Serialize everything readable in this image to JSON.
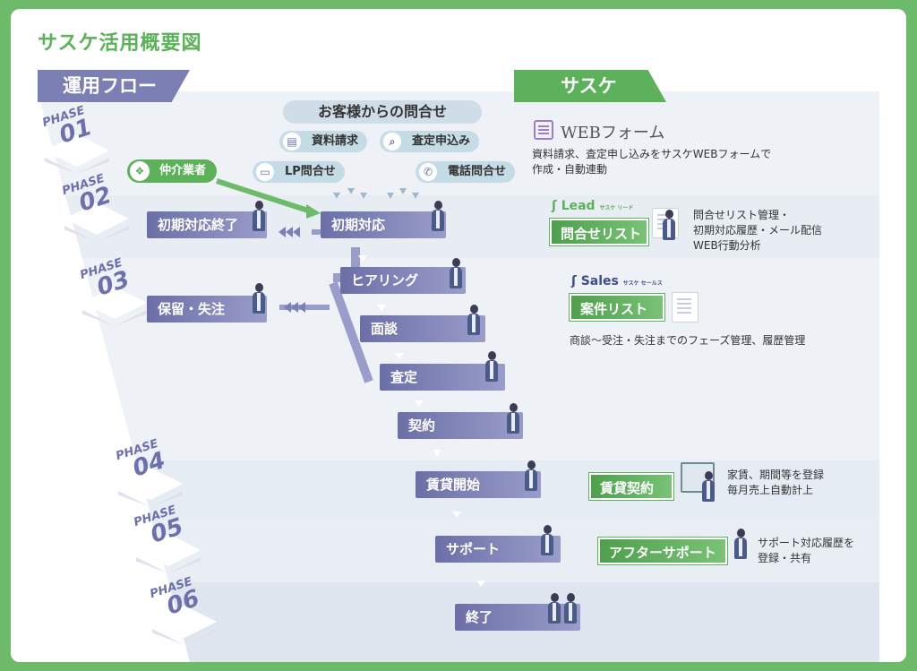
{
  "title": "サスケ活用概要図",
  "headers": {
    "left": "運用フロー",
    "right": "サスケ"
  },
  "phases": [
    {
      "label": "PHASE",
      "num": "01"
    },
    {
      "label": "PHASE",
      "num": "02"
    },
    {
      "label": "PHASE",
      "num": "03"
    },
    {
      "label": "PHASE",
      "num": "04"
    },
    {
      "label": "PHASE",
      "num": "05"
    },
    {
      "label": "PHASE",
      "num": "06"
    }
  ],
  "inquiry": {
    "header": "お客様からの問合せ",
    "sources": [
      "資料請求",
      "査定申込み",
      "LP問合せ",
      "電話問合せ"
    ],
    "broker": "仲介業者"
  },
  "flow": {
    "initial": "初期対応",
    "initial_end": "初期対応終了",
    "hearing": "ヒアリング",
    "hold": "保留・失注",
    "interview": "面談",
    "assessment": "査定",
    "contract": "契約",
    "lease_start": "賃貸開始",
    "support": "サポート",
    "end": "終了"
  },
  "sasuke": {
    "webform": {
      "title": "WEBフォーム",
      "desc": [
        "資料請求、査定申し込みをサスケWEBフォームで",
        "作成・自動連動"
      ]
    },
    "lead": {
      "logo": "Lead",
      "logo_sub": "サスケ リード",
      "box": "問合せリスト",
      "desc": [
        "問合せリスト管理・",
        "初期対応履歴・メール配信",
        "WEB行動分析"
      ]
    },
    "sales": {
      "logo": "Sales",
      "logo_sub": "サスケ セールス",
      "box": "案件リスト",
      "desc": [
        "商談〜受注・失注までのフェーズ管理、履歴管理"
      ]
    },
    "lease": {
      "box": "賃貸契約",
      "desc": [
        "家賃、期間等を登録",
        "毎月売上自動計上"
      ]
    },
    "after": {
      "box": "アフターサポート",
      "desc": [
        "サポート対応履歴を",
        "登録・共有"
      ]
    }
  },
  "colors": {
    "green": "#5cb15a",
    "purple": "#7b7fb3",
    "band": "#e6ecf3"
  }
}
